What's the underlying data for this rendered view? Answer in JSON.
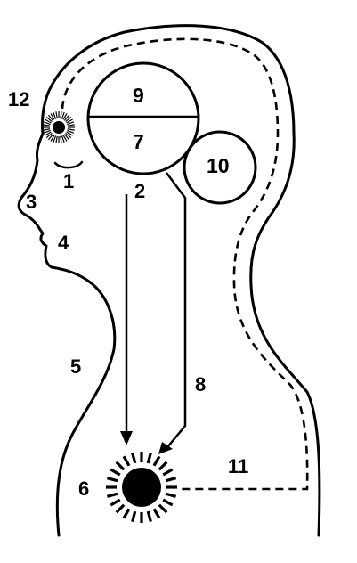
{
  "labels": {
    "n1": "1",
    "n2": "2",
    "n3": "3",
    "n4": "4",
    "n5": "5",
    "n6": "6",
    "n7": "7",
    "n8": "8",
    "n9": "9",
    "n10": "10",
    "n11": "11",
    "n12": "12"
  },
  "colors": {
    "ink": "#000000",
    "background": "#ffffff"
  }
}
